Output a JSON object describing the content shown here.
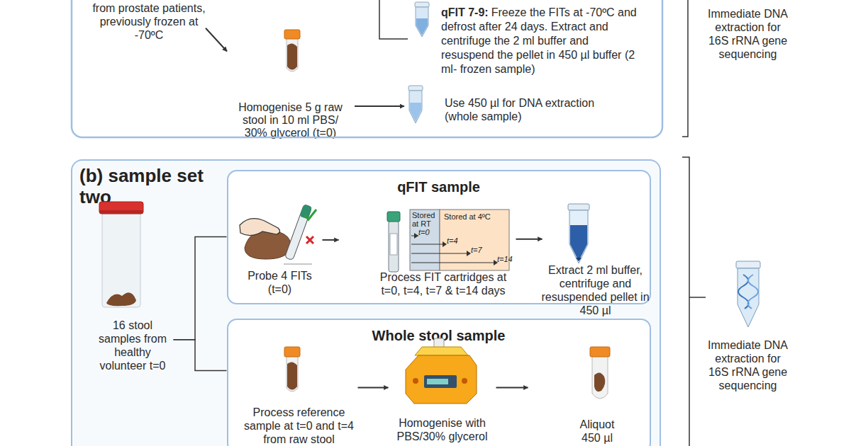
{
  "diagram": {
    "nodes": [
      {
        "text": [
          "from prostate patients, previously frozen at -70ºC"
        ]
      },
      {
        "text": [
          "Homogenise 5 g raw stool in 10 ml PBS/ 30% glycerol (t=0)"
        ]
      },
      {
        "text": [
          "qFIT 7-9:",
          "Freeze the FITs at -70ºC and defrost after 24 days. Extract and centrifuge the 2 ml buffer and resuspend the pellet in 450 µl buffer (2 ml- frozen sample)"
        ]
      },
      {
        "text": [
          "Use 450 µl for DNA extraction (whole sample)"
        ]
      },
      {
        "text": [
          "Immediate DNA extraction for 16S rRNA gene sequencing"
        ]
      },
      {
        "text": [
          "(b) sample set two"
        ]
      },
      {
        "text": [
          "16 stool samples from healthy volunteer t=0"
        ],
        "in": 5
      },
      {
        "text": [
          "qFIT sample"
        ],
        "in": 5
      },
      {
        "text": [
          "Probe 4 FITs (t=0)"
        ],
        "in": 7
      },
      {
        "text": [
          "Process FIT cartridges at t=0, t=4, t=7 & t=14 days"
        ],
        "in": 7
      },
      {
        "text": [
          "Extract 2 ml buffer, centrifuge and resuspended pellet in 450 µl"
        ],
        "in": 7
      },
      {
        "text": [
          "Whole stool sample"
        ],
        "in": 5
      },
      {
        "text": [
          "Process reference sample at t=0 and t=4 from raw stool"
        ],
        "in": 11
      },
      {
        "text": [
          "Homogenise with PBS/30% glycerol"
        ],
        "in": 11
      },
      {
        "text": [
          "Aliquot 450 µl"
        ],
        "in": 11
      },
      {
        "text": [
          "Immediate DNA extraction for 16S rRNA gene sequencing"
        ]
      }
    ],
    "edges": [
      {
        "from": 0,
        "to": 1,
        "arrow": "to"
      },
      {
        "from": 1,
        "to": 3,
        "arrow": "to"
      },
      {
        "from": 6,
        "to": 7,
        "arrow": "none"
      },
      {
        "from": 6,
        "to": 11,
        "arrow": "none"
      },
      {
        "from": 8,
        "to": 9,
        "arrow": "to"
      },
      {
        "from": 9,
        "to": 10,
        "arrow": "to"
      },
      {
        "from": 12,
        "to": 13,
        "arrow": "to"
      },
      {
        "from": 13,
        "to": 14,
        "arrow": "to"
      }
    ],
    "labels": [
      "Stored at RT",
      "Stored at 4ºC",
      "t=0",
      "t=4",
      "t=7",
      "t=14"
    ]
  }
}
